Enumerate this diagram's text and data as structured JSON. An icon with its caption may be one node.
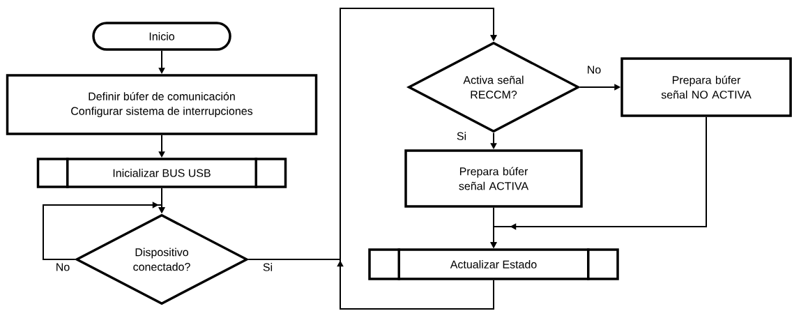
{
  "diagram": {
    "nodes": [
      {
        "text": [
          "Inicio"
        ]
      },
      {
        "text": [
          "Definir  búfer de comunicación",
          "Configurar sistema  de interrupciones"
        ]
      },
      {
        "text": [
          "Inicializar BUS USB"
        ]
      },
      {
        "text": [
          "Dispositivo conectado?"
        ]
      },
      {
        "text": [
          "Activa señal RECCM?"
        ]
      },
      {
        "text": [
          "Prepara búfer señal NO ACTIVA"
        ]
      },
      {
        "text": [
          "Prepara búfer señal ACTIVA"
        ]
      },
      {
        "text": [
          "Actualizar Estado"
        ]
      }
    ],
    "edges": [
      {
        "from": 0,
        "to": 1,
        "arrow": "to"
      },
      {
        "from": 1,
        "to": 2,
        "arrow": "to"
      },
      {
        "from": 2,
        "to": 3,
        "arrow": "to"
      },
      {
        "from": 3,
        "to": 3,
        "arrow": "to",
        "label": "No"
      },
      {
        "from": 3,
        "to": 4,
        "arrow": "to",
        "label": "Si"
      },
      {
        "from": 4,
        "to": 5,
        "arrow": "to",
        "label": "No"
      },
      {
        "from": 4,
        "to": 6,
        "arrow": "to",
        "label": "Si"
      },
      {
        "from": 6,
        "to": 7,
        "arrow": "to"
      },
      {
        "from": 5,
        "to": 7,
        "arrow": "to"
      },
      {
        "from": 7,
        "to": 4,
        "arrow": "to"
      }
    ]
  }
}
